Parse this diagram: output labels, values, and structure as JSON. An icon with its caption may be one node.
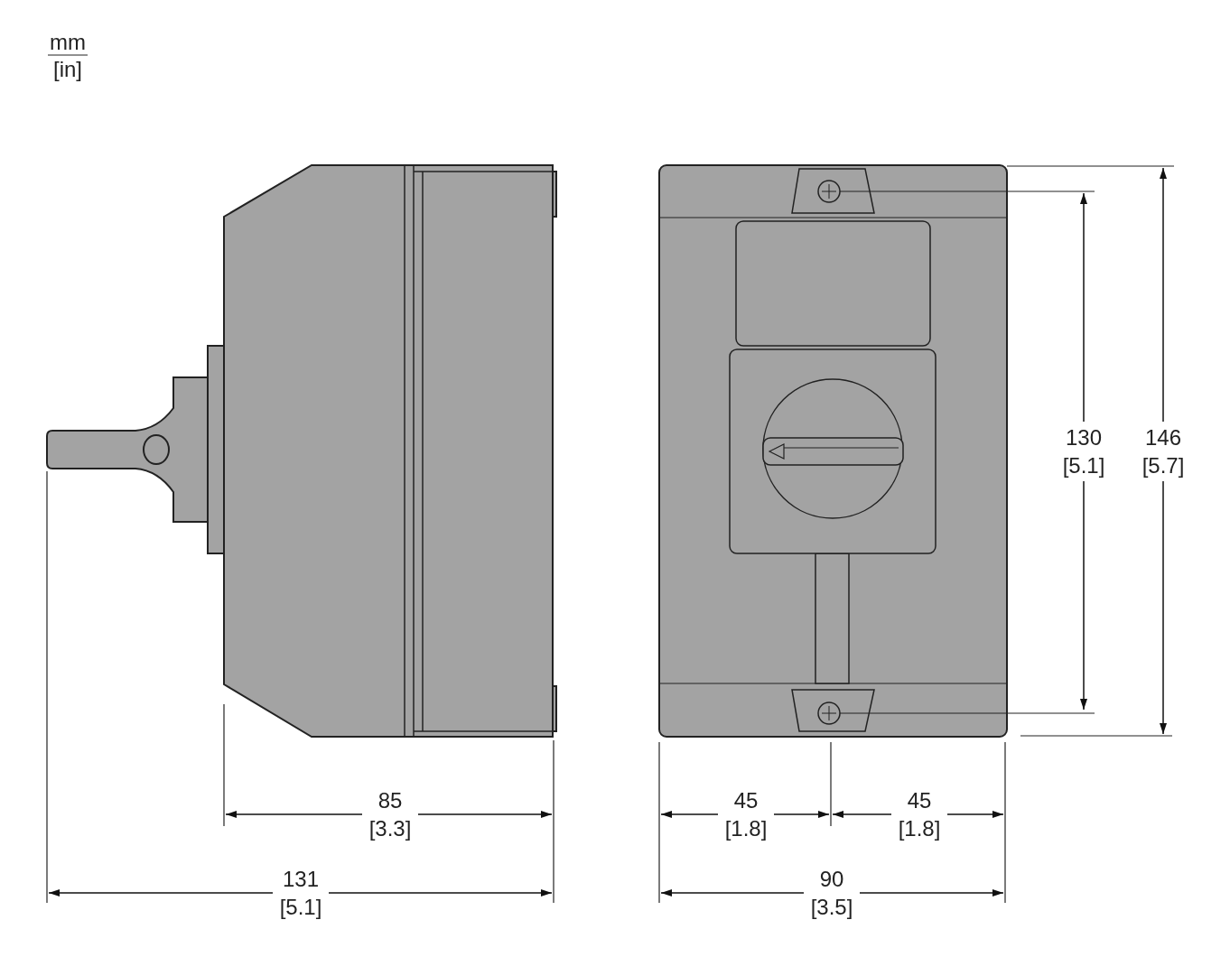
{
  "diagram": {
    "labels": [
      "mm",
      "[in]",
      "130 [5.1]",
      "146 [5.7]",
      "85 [3.3]",
      "45 [1.8]",
      "45 [1.8]",
      "131 [5.1]",
      "90 [3.5]"
    ]
  }
}
